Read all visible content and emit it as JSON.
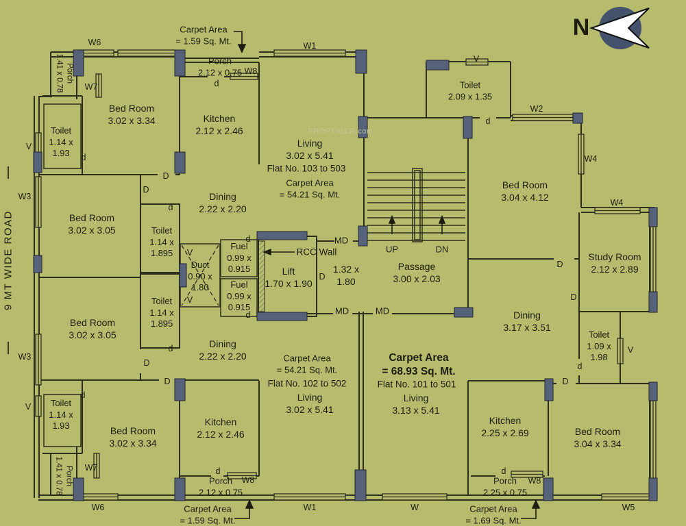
{
  "colors": {
    "background": "#b7bb6e",
    "wall_fill": "#56617a",
    "line": "#2e2e1c",
    "compass_circle": "#44526b",
    "compass_arrow": "#ffffff"
  },
  "compass": {
    "north_label": "N"
  },
  "road_label": "9 MT WIDE ROAD",
  "watermark": "PROPTIGER.com",
  "labels": {
    "d": "d",
    "D": "D",
    "V": "V",
    "MD": "MD",
    "UP": "UP",
    "DN": "DN",
    "W": "W",
    "W1": "W1",
    "W2": "W2",
    "W3": "W3",
    "W4": "W4",
    "W5": "W5",
    "W6": "W6",
    "W7": "W7",
    "W8": "W8",
    "rcc_wall": "RCC Wall"
  },
  "rooms": {
    "bedroom_302_334": "Bed Room\n3.02 x 3.34",
    "bedroom_302_305": "Bed Room\n3.02 x 3.05",
    "bedroom_304_412": "Bed Room\n3.04 x 4.12",
    "bedroom_304_334": "Bed Room\n3.04 x 3.34",
    "kitchen_212_246": "Kitchen\n2.12 x 2.46",
    "kitchen_225_269": "Kitchen\n2.25 x 2.69",
    "toilet_114_193": "Toilet\n1.14 x\n1.93",
    "toilet_114_1895": "Toilet\n1.14 x\n1.895",
    "toilet_209_135": "Toilet\n2.09 x 1.35",
    "toilet_109_198": "Toilet\n1.09 x\n1.98",
    "study_room": "Study Room\n2.12 x 2.89",
    "living_302_541": "Living\n3.02 x 5.41",
    "living_313_541": "Living\n3.13 x 5.41",
    "dining_222_220": "Dining\n2.22 x 2.20",
    "dining_317_351": "Dining\n3.17 x 3.51",
    "porch_212_075": "Porch\n2.12 x 0.75",
    "porch_225_075": "Porch\n2.25 x 0.75",
    "porch_141_078": "Porch\n1.41 x 0.78",
    "duct": "Duct\n0.90 x\n1.80",
    "fuel": "Fuel\n0.99 x\n0.915",
    "lift": "Lift\n1.70 x 1.90",
    "lobby_132_180": "1.32 x\n1.80",
    "passage": "Passage\n3.00 x 2.03"
  },
  "annotations": {
    "carpet_159": "Carpet Area\n= 1.59 Sq. Mt.",
    "carpet_169": "Carpet Area\n= 1.69 Sq. Mt.",
    "carpet_5421": "Carpet Area\n= 54.21 Sq. Mt.",
    "carpet_6893": "Carpet Area\n= 68.93 Sq. Mt.",
    "flat_103": "Flat No. 103 to 503",
    "flat_102": "Flat No. 102 to 502",
    "flat_101": "Flat No. 101 to 501"
  }
}
